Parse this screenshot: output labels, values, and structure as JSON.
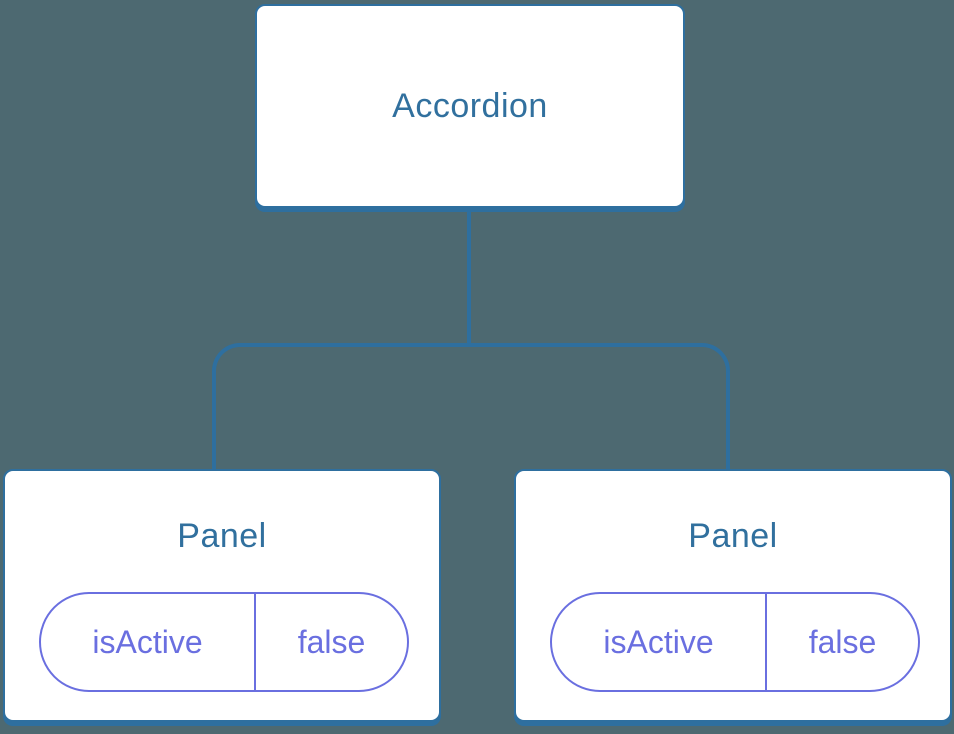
{
  "diagram": {
    "root": {
      "label": "Accordion"
    },
    "children": [
      {
        "label": "Panel",
        "state": {
          "key": "isActive",
          "value": "false"
        }
      },
      {
        "label": "Panel",
        "state": {
          "key": "isActive",
          "value": "false"
        }
      }
    ]
  },
  "colors": {
    "background": "#4d6971",
    "node_fill": "#ffffff",
    "node_border": "#2e6f9f",
    "node_text": "#31709e",
    "state_accent": "#6a6fe0"
  }
}
